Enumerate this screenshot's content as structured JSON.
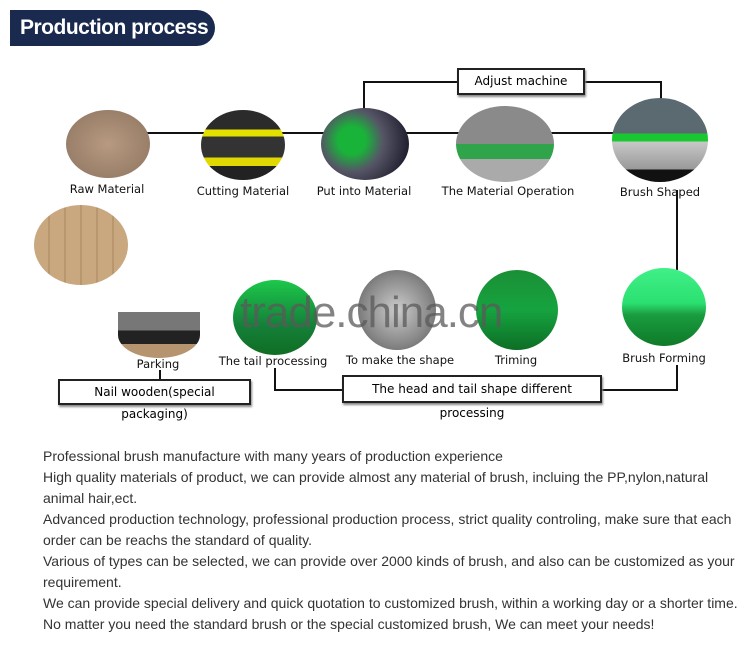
{
  "title": "Production process",
  "steps_top": [
    "Raw Material",
    "Cutting Material",
    "Put into Material",
    "The Material Operation",
    "Brush  Shaped"
  ],
  "adjust": "Adjust machine",
  "steps_bottom": [
    "Parking",
    "The tail processing",
    "To make the shape",
    "Triming",
    "Brush Forming"
  ],
  "nail_box": "Nail wooden(special packaging)",
  "head_tail_box": "The head and tail shape different processing",
  "watermark": "trade.china.cn",
  "description": [
    "Professional brush manufacture with many years of production experience",
    "High quality materials of product, we can provide almost any material of brush, incluing the PP,nylon,natural animal hair,ect.",
    "Advanced production technology, professional production process, strict quality controling, make sure that each order can be reachs the standard of quality.",
    "Various of types can be selected, we can provide over 2000 kinds of brush, and also can be customized as your requirement.",
    "We can provide special delivery and quick quotation to customized brush, within a working day or a shorter time.",
    "No matter you need the standard brush or the special customized brush, We can meet your needs!"
  ]
}
